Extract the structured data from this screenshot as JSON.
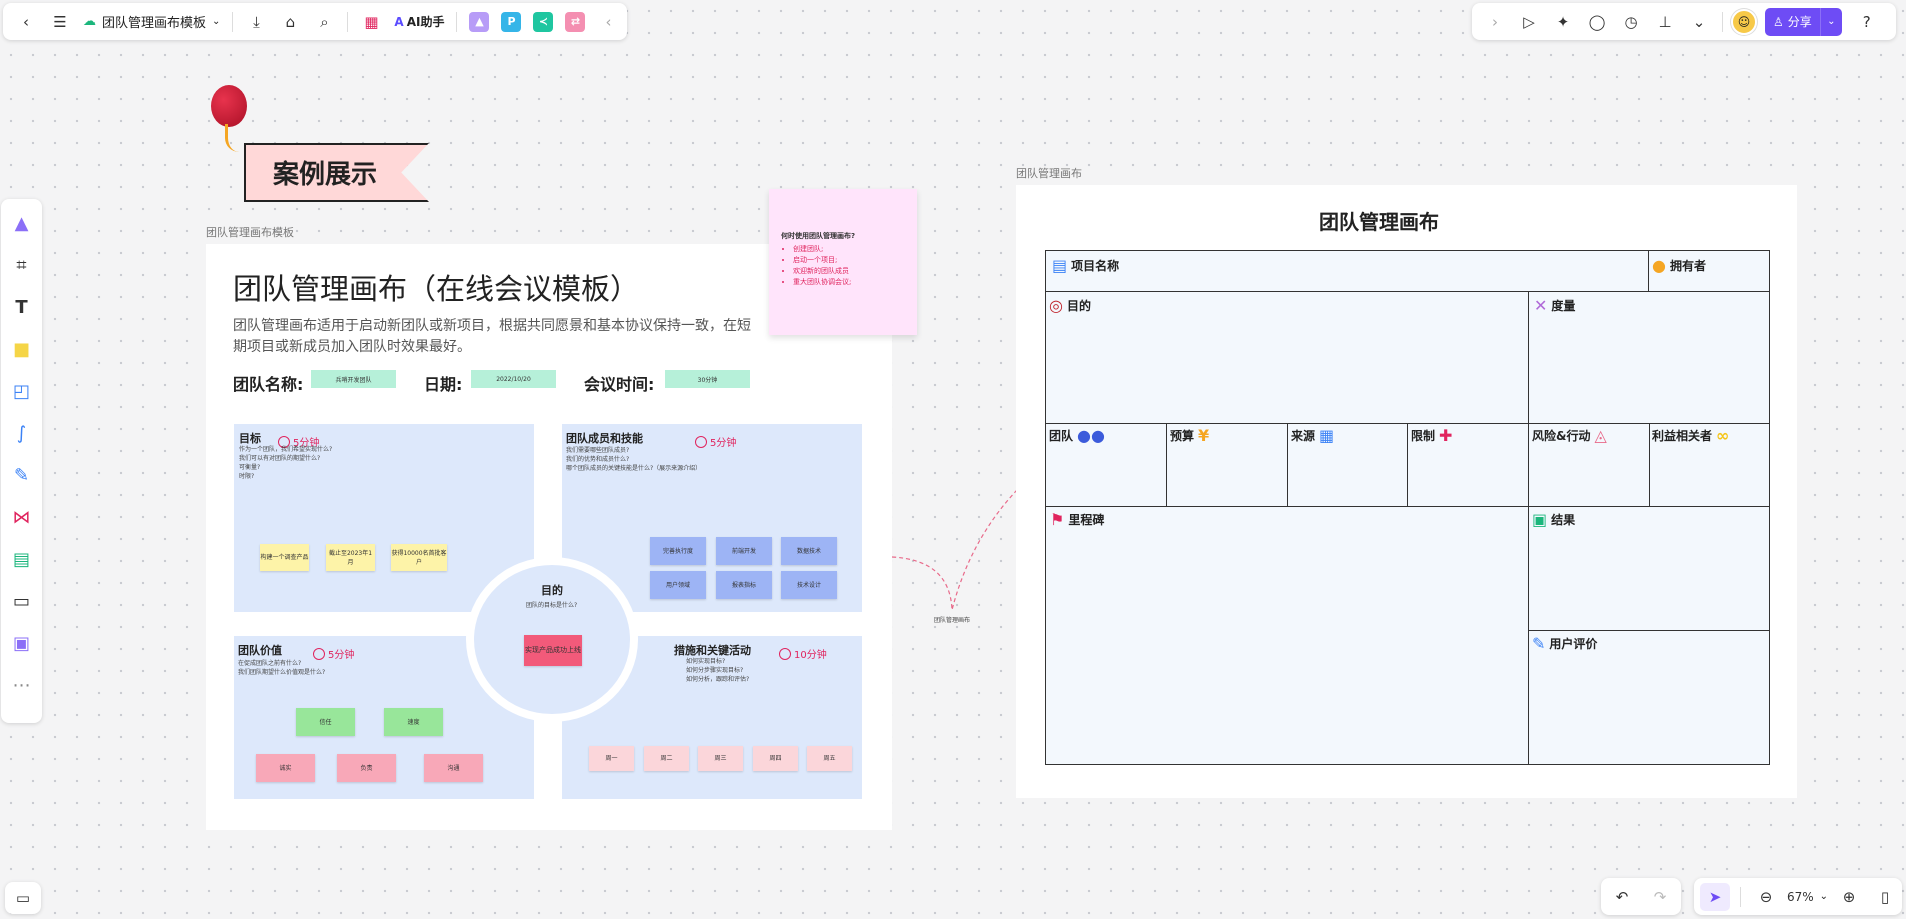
{
  "topbar": {
    "doc_title": "团队管理画布模板",
    "ai_label": "AI助手",
    "share_label": "分享"
  },
  "zoom": {
    "value": "67%"
  },
  "canvas": {
    "banner_text": "案例展示",
    "frame1_label": "团队管理画布模板",
    "frame2_label": "团队管理画布",
    "sticky": {
      "question": "何时使用团队管理画布?",
      "items": [
        "创建团队;",
        "启动一个项目;",
        "欢迎新的团队成员",
        "重大团队协调会议;"
      ]
    },
    "template": {
      "title": "团队管理画布（在线会议模板）",
      "desc": "团队管理画布适用于启动新团队或新项目，根据共同愿景和基本协议保持一致，在短期项目或新成员加入团队时效果最好。",
      "fields": [
        {
          "label": "团队名称:",
          "value": "兵哨开发团队"
        },
        {
          "label": "日期:",
          "value": "2022/10/20"
        },
        {
          "label": "会议时间:",
          "value": "30分钟"
        }
      ],
      "quadrants": {
        "goal": {
          "title": "目标",
          "timer": "5分钟",
          "questions": [
            "作为一个团队，我们希望实现什么?",
            "我们可以有对团队的期望什么?",
            "可衡量?",
            "时限?"
          ],
          "notes": [
            "构建一个调查产品",
            "截止至2023年1月",
            "获得10000名首批客户"
          ]
        },
        "skills": {
          "title": "团队成员和技能",
          "timer": "5分钟",
          "questions": [
            "我们需要哪些团队成员?",
            "我们的优势和成员什么?",
            "哪个团队成员的关键技能是什么?（展示来源介绍）"
          ],
          "notes": [
            "完善执行度",
            "前端开发",
            "数据技术",
            "用户领域",
            "报表指标",
            "技术设计"
          ]
        },
        "values": {
          "title": "团队价值",
          "timer": "5分钟",
          "questions": [
            "在促成团队之前有什么?",
            "我们团队期望什么价值观是什么?"
          ],
          "notes": [
            "信任",
            "速度",
            "诚实",
            "负责",
            "沟通"
          ]
        },
        "actions": {
          "title": "措施和关键活动",
          "timer": "10分钟",
          "questions": [
            "如何实现目标?",
            "如何分步骤实现目标?",
            "如何分析，跟踪和评估?"
          ],
          "notes": [
            "周一",
            "周二",
            "周三",
            "周四",
            "周五"
          ]
        },
        "center": {
          "title": "目的",
          "subtitle": "团队的目标是什么?",
          "note": "实现产品成功上线"
        }
      }
    },
    "connector_label": "团队管理画布",
    "canvas2": {
      "title": "团队管理画布",
      "cells": {
        "project": "项目名称",
        "owner": "拥有者",
        "purpose": "目的",
        "measure": "度量",
        "team": "团队",
        "budget": "预算",
        "source": "来源",
        "limit": "限制",
        "risk": "风险&行动",
        "stakeholder": "利益相关者",
        "milestone": "里程碑",
        "result": "结果",
        "review": "用户评价"
      }
    }
  }
}
